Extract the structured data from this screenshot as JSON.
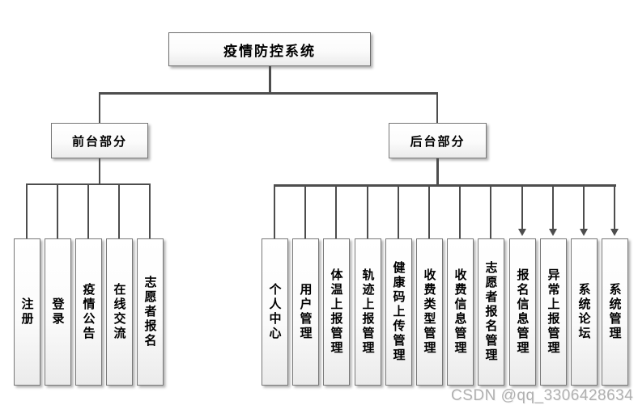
{
  "watermark": {
    "text": "CSDN @qq_3306428634"
  },
  "colors": {
    "background": "#ffffff",
    "connector_line": "#4d4d4d",
    "box_border": "#787878",
    "box_fill_top": "#ffffff",
    "box_fill_bottom": "#ebebeb",
    "watermark_text": "#b0b0b0"
  },
  "tree": {
    "root": {
      "label": "疫情防控系统"
    },
    "branches": [
      {
        "label": "前台部分",
        "children": [
          {
            "label": "注册"
          },
          {
            "label": "登录"
          },
          {
            "label": "疫情公告"
          },
          {
            "label": "在线交流"
          },
          {
            "label": "志愿者报名"
          }
        ]
      },
      {
        "label": "后台部分",
        "children": [
          {
            "label": "个人中心"
          },
          {
            "label": "用户管理"
          },
          {
            "label": "体温上报管理"
          },
          {
            "label": "轨迹上报管理"
          },
          {
            "label": "健康码上传管理"
          },
          {
            "label": "收费类型管理"
          },
          {
            "label": "收费信息管理"
          },
          {
            "label": "志愿者报名管理"
          },
          {
            "label": "报名信息管理"
          },
          {
            "label": "异常上报管理"
          },
          {
            "label": "系统论坛"
          },
          {
            "label": "系统管理"
          }
        ]
      }
    ]
  }
}
